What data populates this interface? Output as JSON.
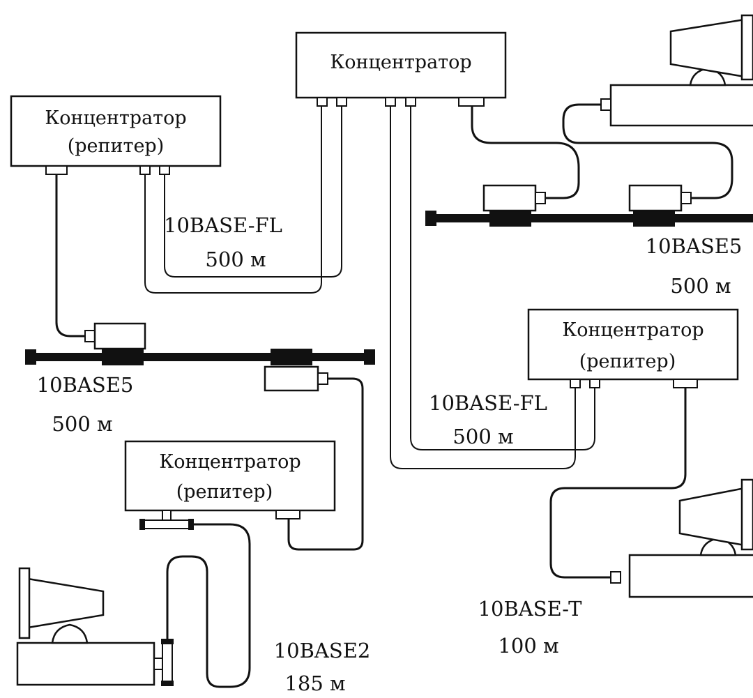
{
  "hubs": {
    "top": {
      "line1": "Концентратор"
    },
    "left": {
      "line1": "Концентратор",
      "line2": "(репитер)"
    },
    "right": {
      "line1": "Концентратор",
      "line2": "(репитер)"
    },
    "bottom": {
      "line1": "Концентратор",
      "line2": "(репитер)"
    }
  },
  "segments": {
    "fl_left": {
      "name": "10BASE-FL",
      "length": "500 м"
    },
    "fl_right": {
      "name": "10BASE-FL",
      "length": "500 м"
    },
    "thick_left": {
      "name": "10BASE5",
      "length": "500 м"
    },
    "thick_right": {
      "name": "10BASE5",
      "length": "500 м"
    },
    "tp": {
      "name": "10BASE-T",
      "length": "100 м"
    },
    "thin": {
      "name": "10BASE2",
      "length": "185 м"
    }
  },
  "icons": {
    "workstation": "workstation-icon",
    "transceiver": "transceiver-icon",
    "t_connector": "t-connector-icon"
  }
}
